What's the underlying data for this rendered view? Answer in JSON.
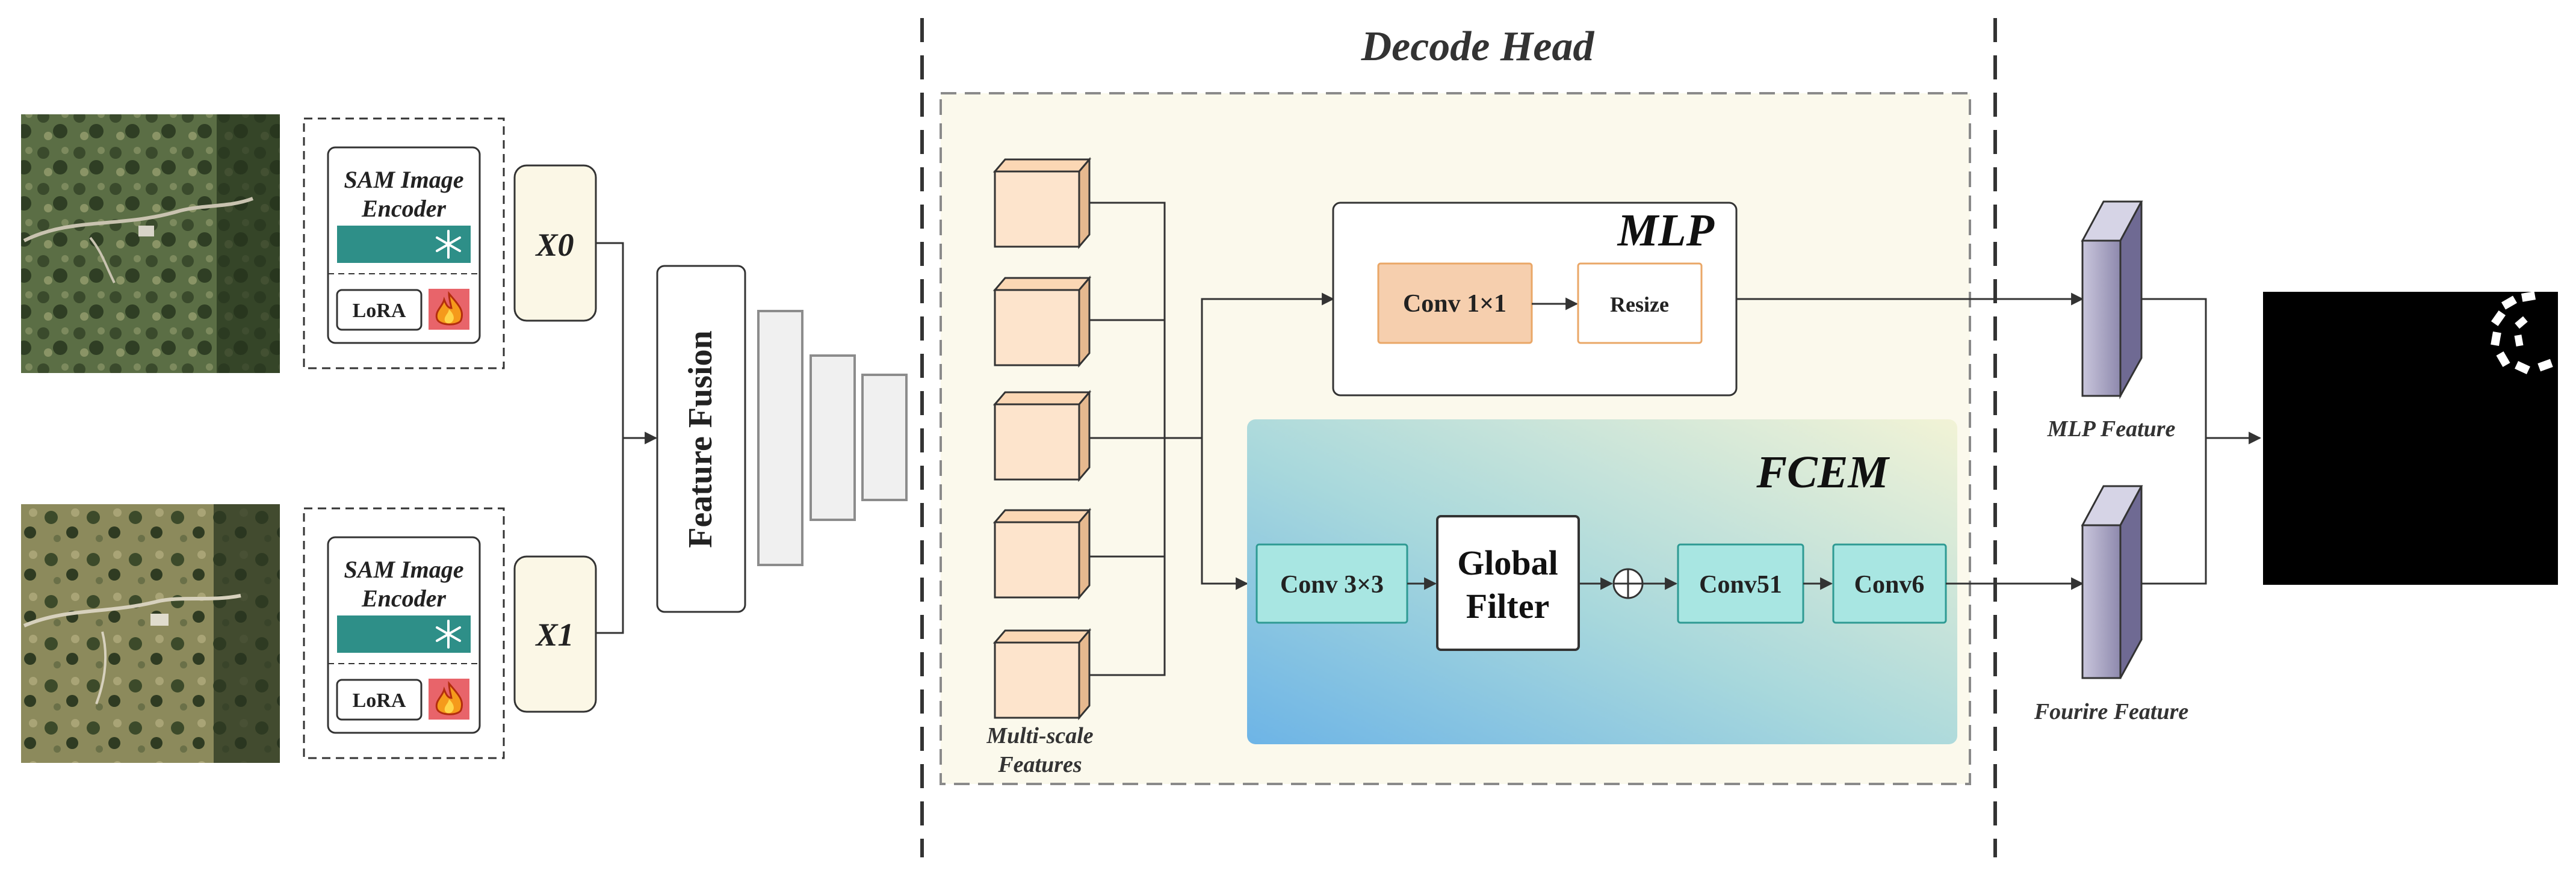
{
  "decode_head": {
    "title": "Decode Head"
  },
  "encoders": [
    {
      "title_line1": "SAM Image",
      "title_line2": "Encoder",
      "lora_label": "LoRA",
      "feature_label": "X0"
    },
    {
      "title_line1": "SAM Image",
      "title_line2": "Encoder",
      "lora_label": "LoRA",
      "feature_label": "X1"
    }
  ],
  "feature_fusion": {
    "label": "Feature Fusion"
  },
  "multi_scale": {
    "label_line1": "Multi-scale",
    "label_line2": "Features"
  },
  "mlp": {
    "title": "MLP",
    "conv_label": "Conv 1×1",
    "resize_label": "Resize"
  },
  "fcem": {
    "title": "FCEM",
    "conv_label": "Conv 3×3",
    "filter_line1": "Global",
    "filter_line2": "Filter",
    "conv51_label": "Conv51",
    "conv6_label": "Conv6"
  },
  "outputs": {
    "mlp_feature_label": "MLP Feature",
    "fourier_feature_label": "Fourire Feature"
  },
  "icons": {
    "frozen": "snowflake-icon",
    "trainable": "fire-icon",
    "add": "circle-plus-icon"
  },
  "colors": {
    "encoder_teal": "#2e8f88",
    "cube_fill": "#fde4cc",
    "mlp_conv_fill": "#f6cfae",
    "fcem_box_fill": "#a8e6e2",
    "decode_bg": "#fbf9ec",
    "output_mask": "#000000"
  }
}
